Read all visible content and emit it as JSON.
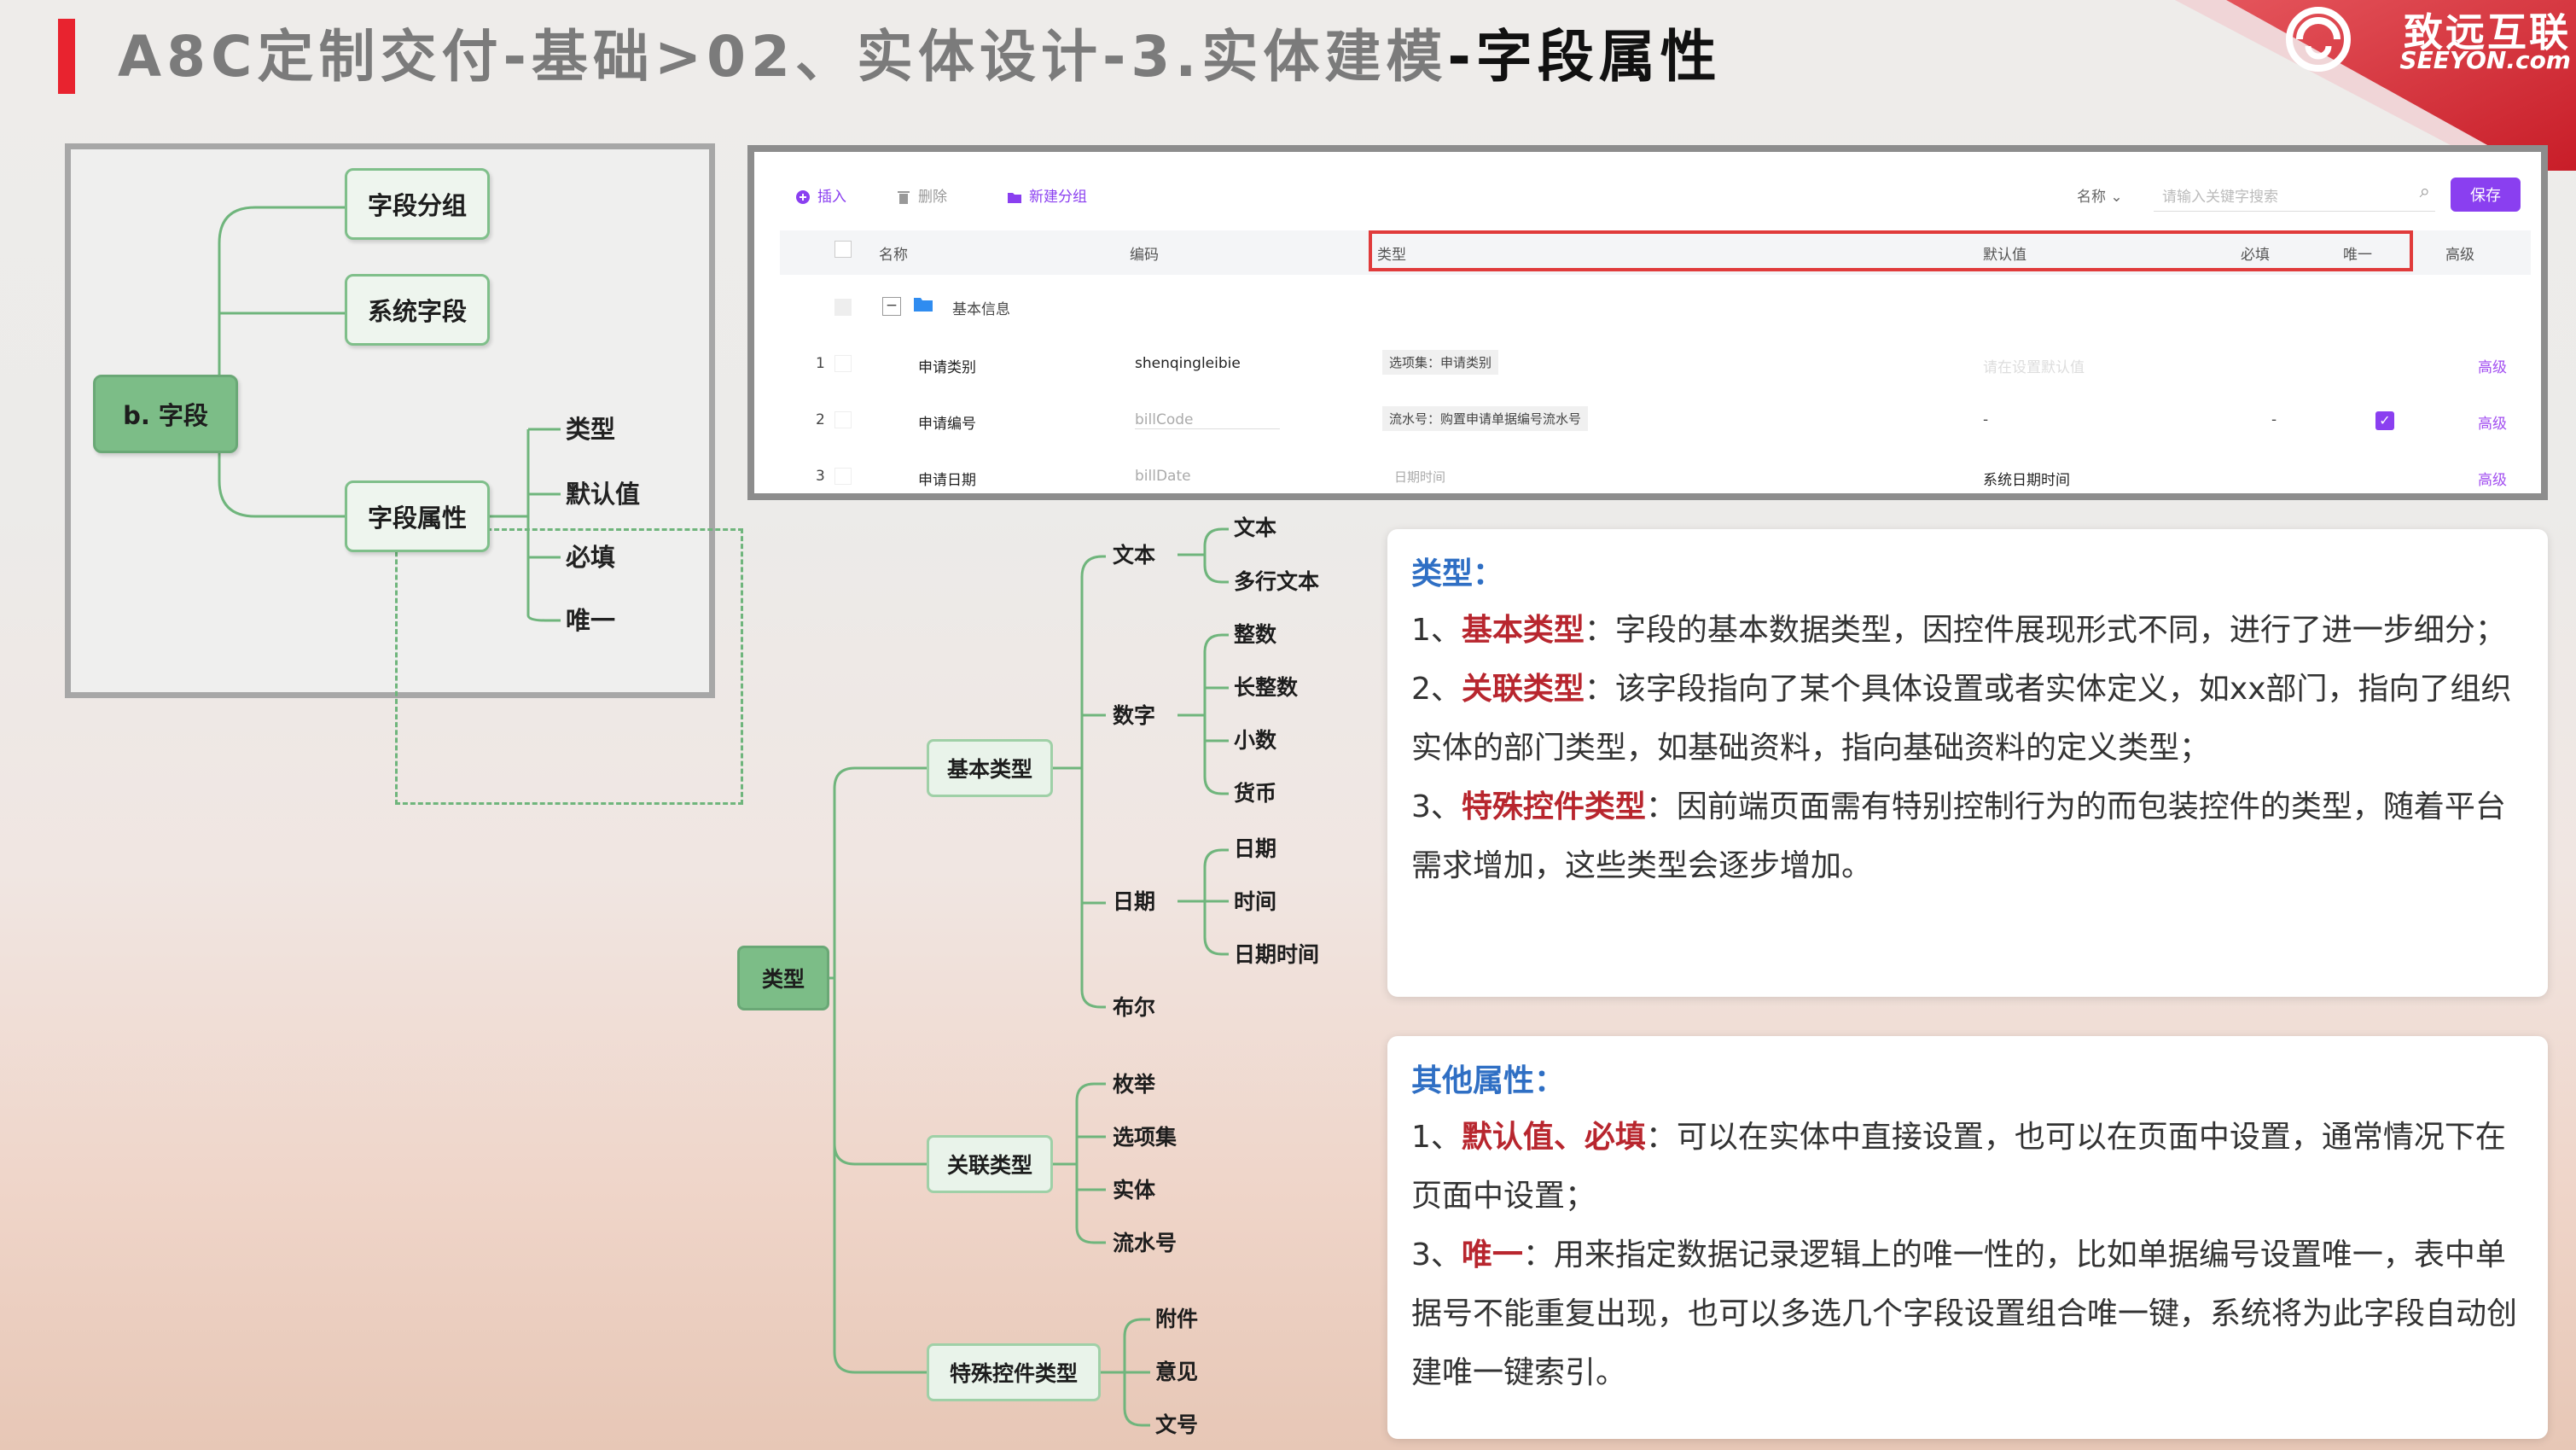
{
  "title": {
    "prefix": "A8C定制交付-基础>02、实体设计-3.实体建模",
    "suffix": "-字段属性"
  },
  "brand": {
    "name_cn": "致远互联",
    "name_en": "SEEYON.com"
  },
  "field_map": {
    "root": "b. 字段",
    "group": "字段分组",
    "system": "系统字段",
    "attrs": "字段属性",
    "leaves": [
      "类型",
      "默认值",
      "必填",
      "唯一"
    ]
  },
  "screenshot": {
    "toolbar": {
      "insert": "插入",
      "delete": "删除",
      "new_group": "新建分组",
      "search_scope": "名称",
      "search_placeholder": "请输入关键字搜索",
      "save": "保存"
    },
    "columns": [
      "名称",
      "编码",
      "类型",
      "默认值",
      "必填",
      "唯一",
      "高级"
    ],
    "group_row": "基本信息",
    "rows": [
      {
        "no": "1",
        "name": "申请类别",
        "code": "shenqingleibie",
        "type": "选项集：申请类别",
        "default": "请在设置默认值",
        "required": "",
        "unique": false,
        "adv": "高级"
      },
      {
        "no": "2",
        "name": "申请编号",
        "code": "billCode",
        "type": "流水号：购置申请单据编号流水号",
        "default": "-",
        "required": "-",
        "unique": true,
        "adv": "高级"
      },
      {
        "no": "3",
        "name": "申请日期",
        "code": "billDate",
        "type": "日期时间",
        "default": "系统日期时间",
        "required": "",
        "unique": false,
        "adv": "高级"
      }
    ]
  },
  "type_tree": {
    "root": "类型",
    "basic": "基本类型",
    "text": "文本",
    "text_children": [
      "文本",
      "多行文本"
    ],
    "number": "数字",
    "number_children": [
      "整数",
      "长整数",
      "小数",
      "货币"
    ],
    "date": "日期",
    "date_children": [
      "日期",
      "时间",
      "日期时间"
    ],
    "bool": "布尔",
    "relation": "关联类型",
    "relation_children": [
      "枚举",
      "选项集",
      "实体",
      "流水号"
    ],
    "special": "特殊控件类型",
    "special_children": [
      "附件",
      "意见",
      "文号"
    ]
  },
  "card_types": {
    "title": "类型：",
    "items": [
      {
        "num": "1、",
        "kw": "基本类型",
        "text": "：字段的基本数据类型，因控件展现形式不同，进行了进一步细分；"
      },
      {
        "num": "2、",
        "kw": "关联类型",
        "text": "：该字段指向了某个具体设置或者实体定义，如xx部门，指向了组织实体的部门类型，如基础资料，指向基础资料的定义类型；"
      },
      {
        "num": "3、",
        "kw": "特殊控件类型",
        "text": "：因前端页面需有特别控制行为的而包装控件的类型，随着平台需求增加，这些类型会逐步增加。"
      }
    ]
  },
  "card_other": {
    "title": "其他属性：",
    "items": [
      {
        "num": "1、",
        "kw": "默认值、必填",
        "text": "：可以在实体中直接设置，也可以在页面中设置，通常情况下在页面中设置；"
      },
      {
        "num": "3、",
        "kw": "唯一",
        "text": "：用来指定数据记录逻辑上的唯一性的，比如单据编号设置唯一，表中单据号不能重复出现，也可以多选几个字段设置组合唯一键，系统将为此字段自动创建唯一键索引。"
      }
    ]
  },
  "colors": {
    "accent": "#e8232f",
    "node_green": "#7cbd87",
    "keyword_red": "#b8262e",
    "heading_blue": "#2f6fc4",
    "purple": "#8a3ff0"
  }
}
